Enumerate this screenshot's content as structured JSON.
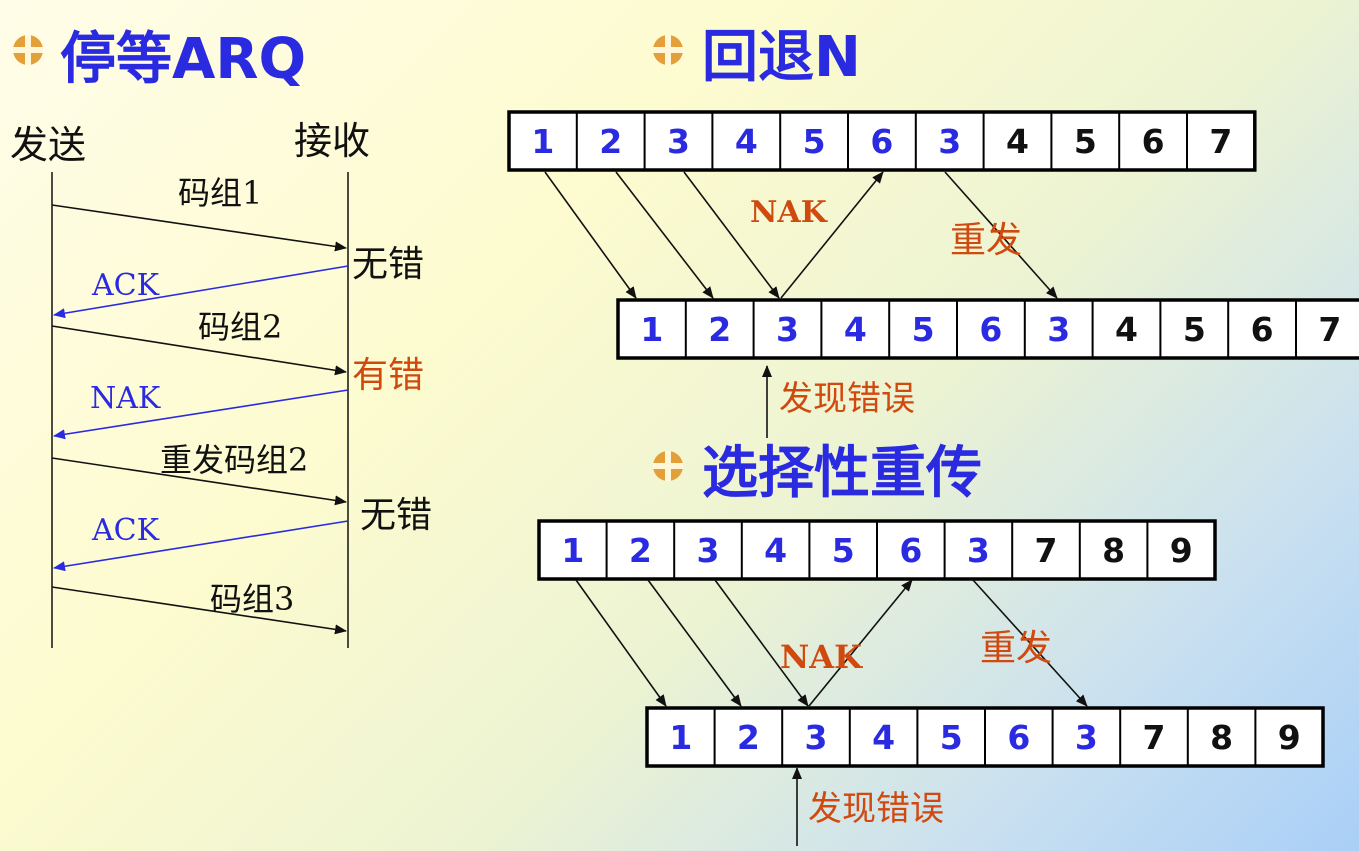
{
  "colors": {
    "blue": "#2a2ae0",
    "black": "#111111",
    "red": "#d04a10",
    "bullet": "#e3a03a"
  },
  "stop_wait": {
    "title": "停等ARQ",
    "sender_label": "发送",
    "receiver_label": "接收",
    "messages": [
      {
        "text": "码组1",
        "kind": "send"
      },
      {
        "text": "无错",
        "kind": "receiver_status"
      },
      {
        "text": "ACK",
        "kind": "reply"
      },
      {
        "text": "码组2",
        "kind": "send"
      },
      {
        "text": "有错",
        "kind": "receiver_status_error"
      },
      {
        "text": "NAK",
        "kind": "reply"
      },
      {
        "text": "重发码组2",
        "kind": "send"
      },
      {
        "text": "无错",
        "kind": "receiver_status"
      },
      {
        "text": "ACK",
        "kind": "reply"
      },
      {
        "text": "码组3",
        "kind": "send"
      }
    ]
  },
  "go_back_n": {
    "title": "回退N",
    "sender_cells": [
      "1",
      "2",
      "3",
      "4",
      "5",
      "6",
      "3",
      "4",
      "5",
      "6",
      "7"
    ],
    "receiver_cells": [
      "1",
      "2",
      "3",
      "4",
      "5",
      "6",
      "3",
      "4",
      "5",
      "6",
      "7"
    ],
    "nak_label": "NAK",
    "resend_label": "重发",
    "error_label": "发现错误"
  },
  "selective": {
    "title": "选择性重传",
    "sender_cells": [
      "1",
      "2",
      "3",
      "4",
      "5",
      "6",
      "3",
      "7",
      "8",
      "9"
    ],
    "receiver_cells": [
      "1",
      "2",
      "3",
      "4",
      "5",
      "6",
      "3",
      "7",
      "8",
      "9"
    ],
    "nak_label": "NAK",
    "resend_label": "重发",
    "error_label": "发现错误"
  }
}
